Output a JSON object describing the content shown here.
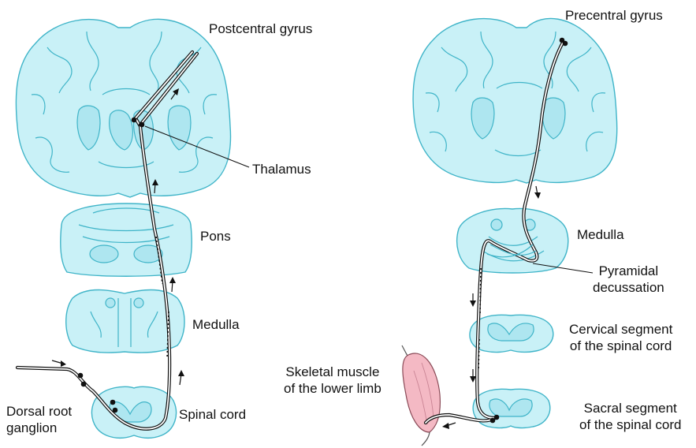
{
  "labels": {
    "postcentral_gyrus": "Postcentral gyrus",
    "thalamus": "Thalamus",
    "pons": "Pons",
    "medulla_left": "Medulla",
    "spinal_cord": "Spinal cord",
    "dorsal_root_ganglion": "Dorsal root\nganglion",
    "precentral_gyrus": "Precentral gyrus",
    "medulla_right": "Medulla",
    "pyramidal_decussation": "Pyramidal\ndecussation",
    "cervical_segment": "Cervical segment\nof the spinal cord",
    "skeletal_muscle": "Skeletal muscle\nof the lower limb",
    "sacral_segment": "Sacral segment\nof the spinal cord"
  },
  "colors": {
    "tissue_fill": "#c9f1f7",
    "tissue_stroke": "#3fb4c8",
    "muscle_fill": "#f4b9c4",
    "pathway": "#111111"
  }
}
